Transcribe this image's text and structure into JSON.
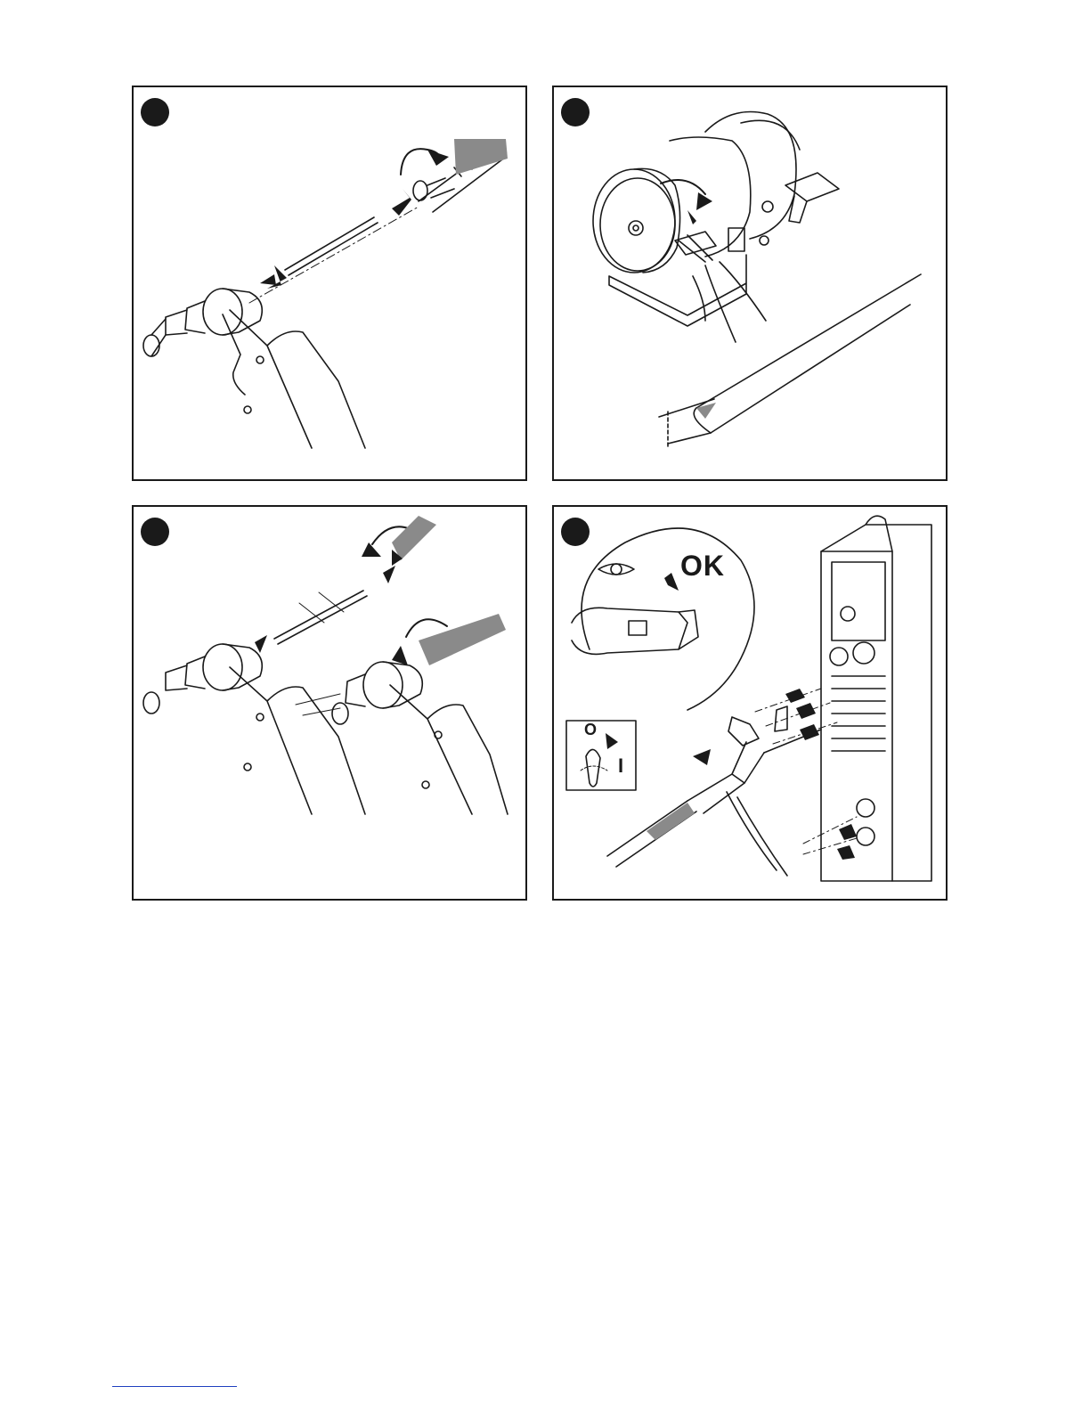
{
  "figures": {
    "panel_4": {
      "ok_label": "OK",
      "switch_off_label": "O",
      "switch_on_label": "I"
    }
  },
  "colors": {
    "line": "#1a1a1a",
    "fill_gray": "#8a8a8a",
    "fill_light": "#d8d8d8",
    "footer_link": "#1f3fbf"
  }
}
